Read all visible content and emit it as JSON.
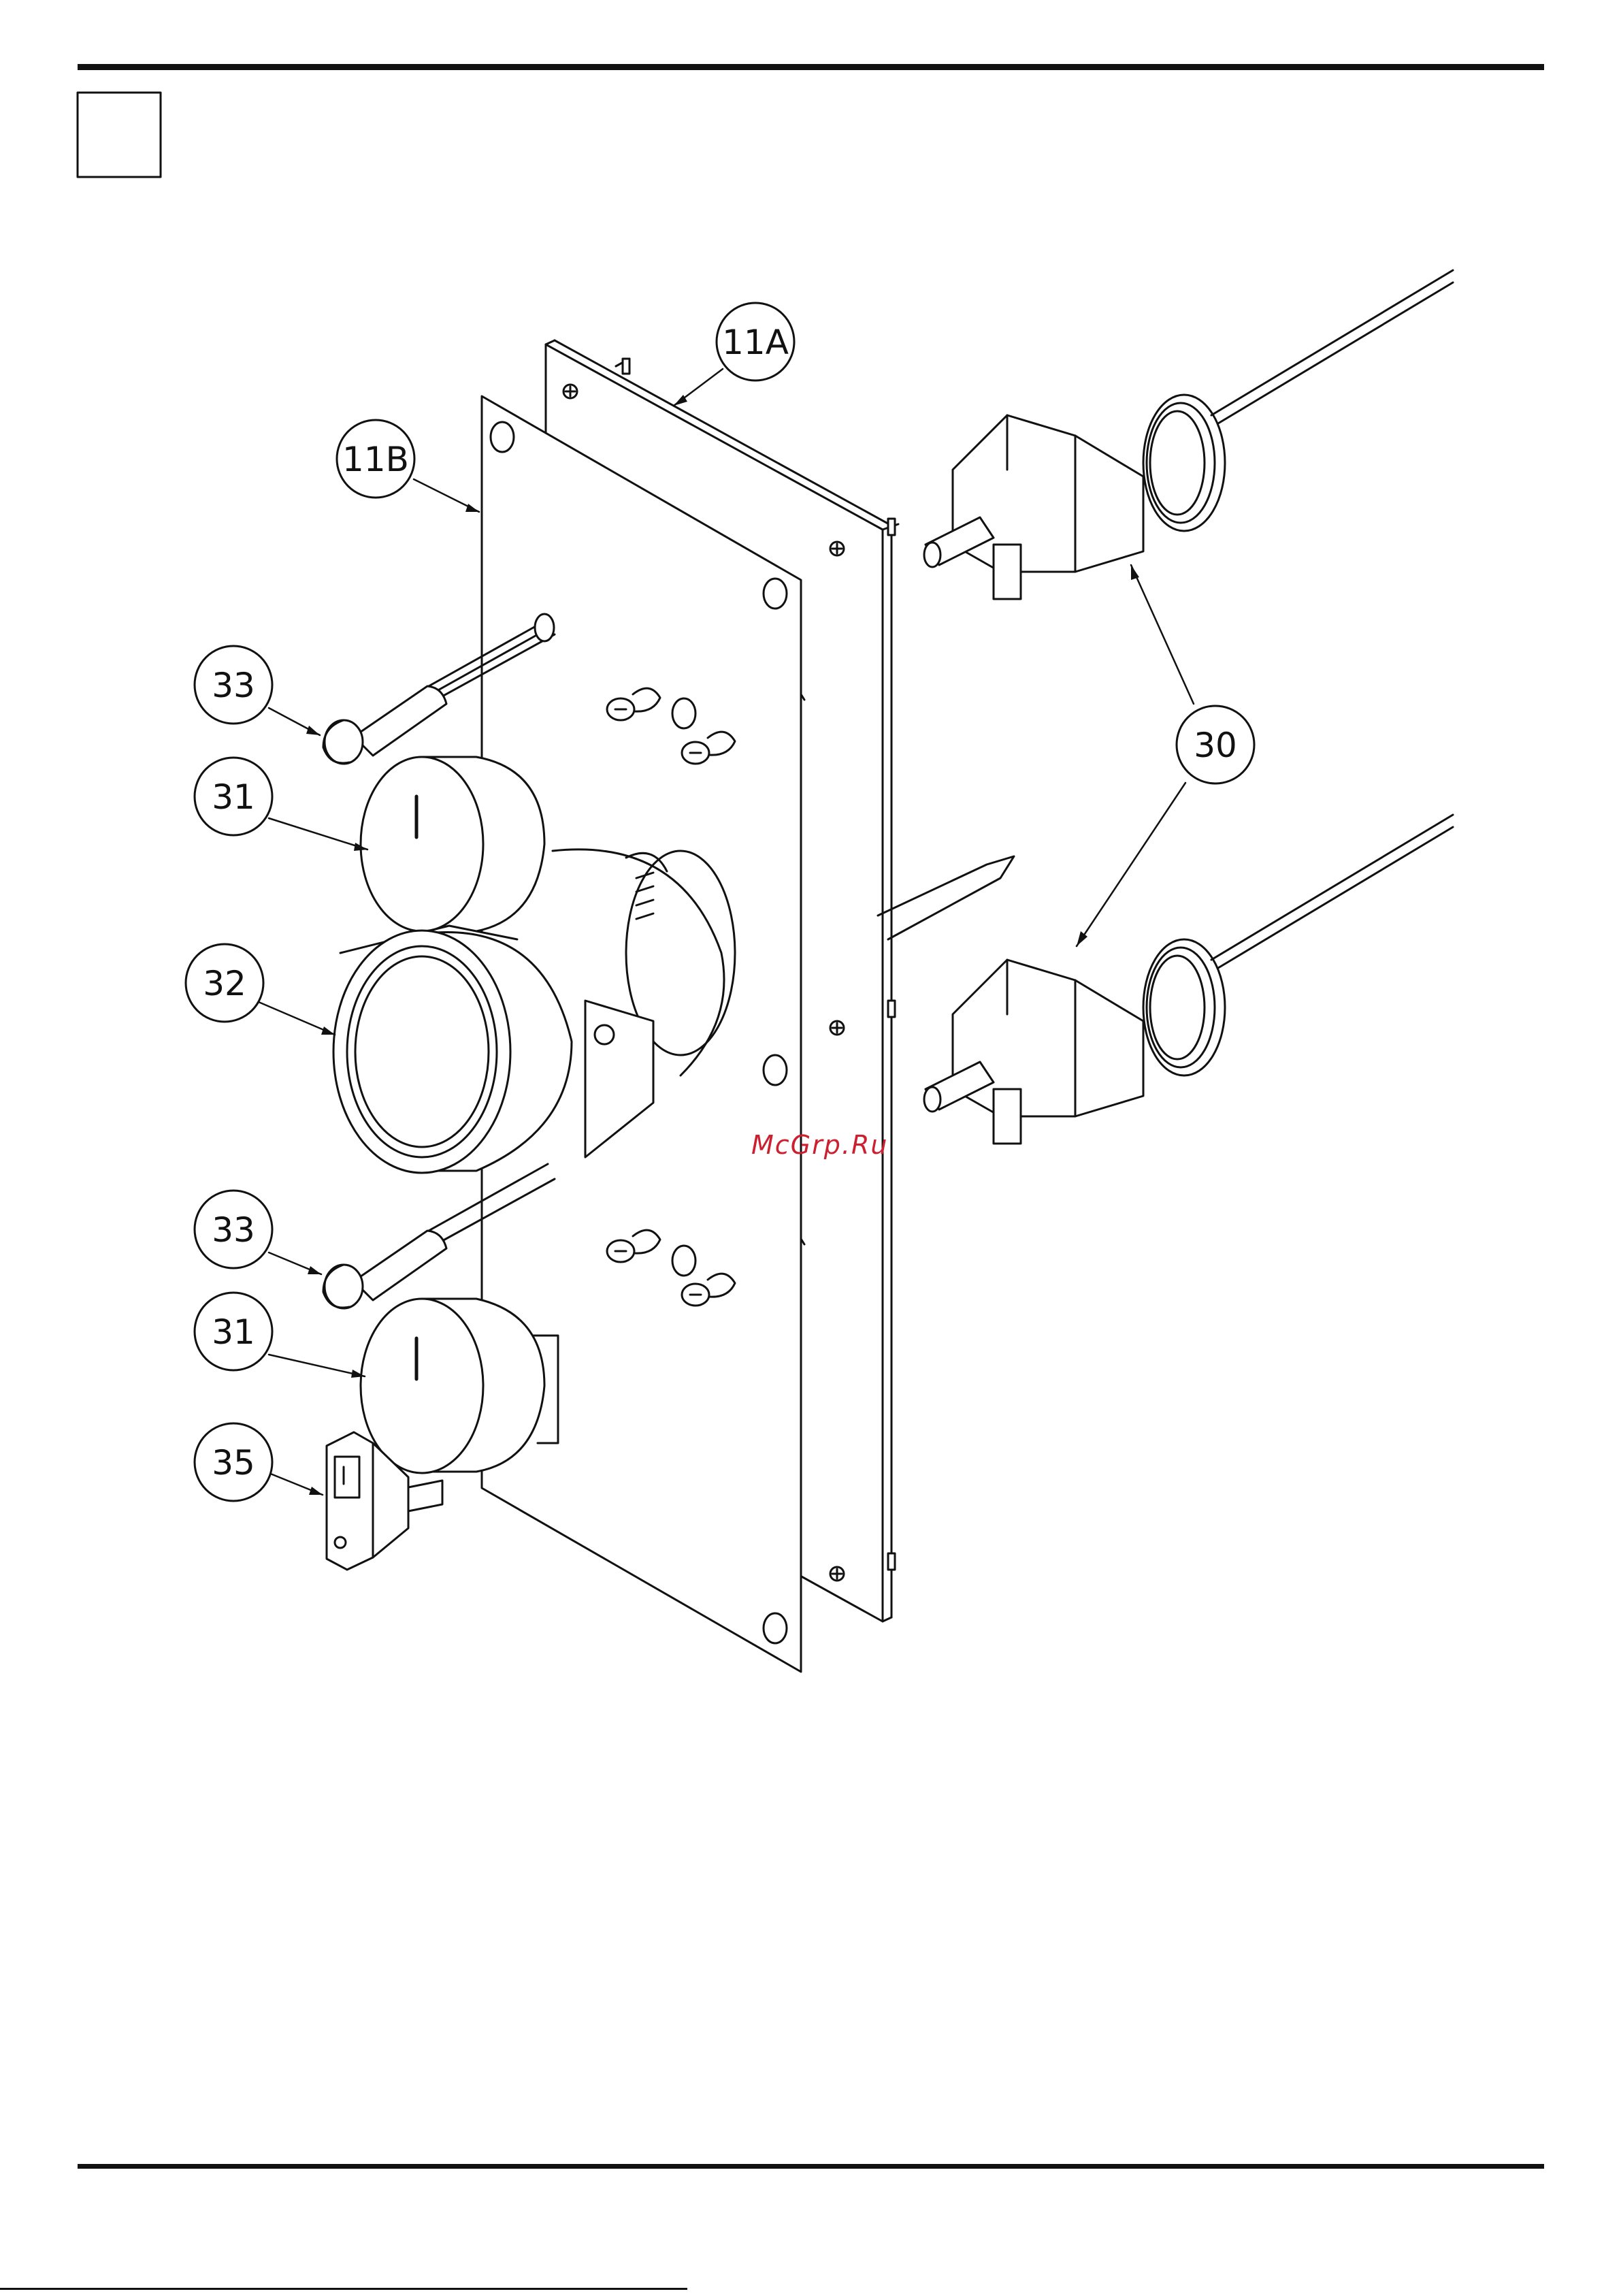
{
  "watermark": "McGrp.Ru",
  "callouts": [
    {
      "id": "11A",
      "label": "11A"
    },
    {
      "id": "11B",
      "label": "11B"
    },
    {
      "id": "33a",
      "label": "33"
    },
    {
      "id": "31a",
      "label": "31"
    },
    {
      "id": "32",
      "label": "32"
    },
    {
      "id": "33b",
      "label": "33"
    },
    {
      "id": "31b",
      "label": "31"
    },
    {
      "id": "35",
      "label": "35"
    },
    {
      "id": "30",
      "label": "30"
    }
  ],
  "colors": {
    "ink": "#111111",
    "watermark": "#cc1f2f"
  }
}
